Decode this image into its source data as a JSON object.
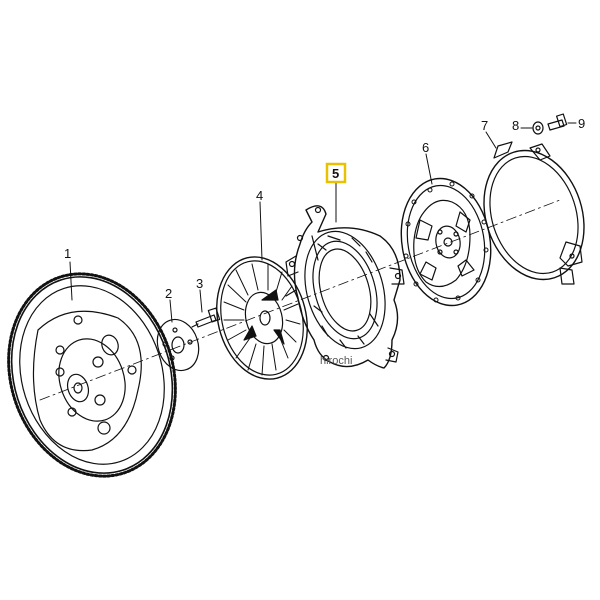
{
  "diagram": {
    "callouts": [
      {
        "id": "1",
        "label": "1"
      },
      {
        "id": "2",
        "label": "2"
      },
      {
        "id": "3",
        "label": "3"
      },
      {
        "id": "4",
        "label": "4"
      },
      {
        "id": "5",
        "label": "5",
        "highlighted": true
      },
      {
        "id": "6",
        "label": "6"
      },
      {
        "id": "7",
        "label": "7"
      },
      {
        "id": "8",
        "label": "8"
      },
      {
        "id": "9",
        "label": "9"
      }
    ],
    "highlight_color": "#e8c200",
    "watermark": "hirochi"
  }
}
